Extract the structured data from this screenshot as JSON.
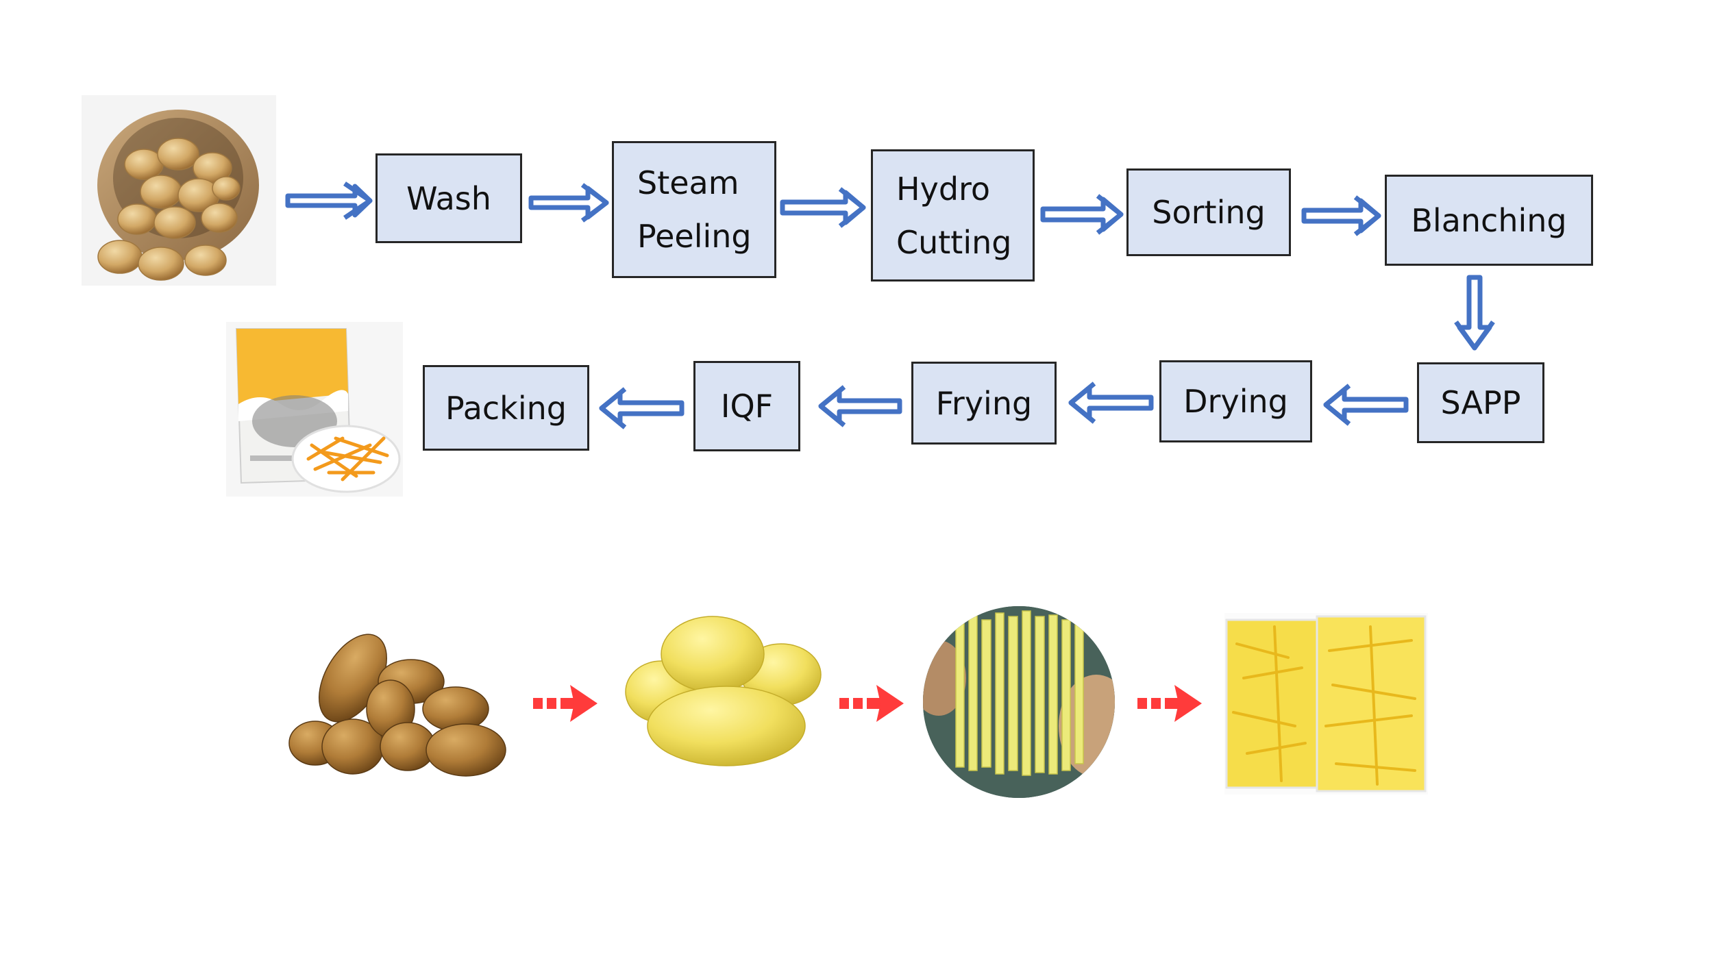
{
  "colors": {
    "box_fill": "#dae3f3",
    "box_border": "#262626",
    "flow_arrow": "#4472c4",
    "photo_arrow": "#ff3b3b"
  },
  "steps": {
    "wash": {
      "line1": "Wash"
    },
    "steam_peeling": {
      "line1": "Steam",
      "line2": "Peeling"
    },
    "hydro_cutting": {
      "line1": "Hydro",
      "line2": "Cutting"
    },
    "sorting": {
      "line1": "Sorting"
    },
    "blanching": {
      "line1": "Blanching"
    },
    "sapp": {
      "line1": "SAPP"
    },
    "drying": {
      "line1": "Drying"
    },
    "frying": {
      "line1": "Frying"
    },
    "iqf": {
      "line1": "IQF"
    },
    "packing": {
      "line1": "Packing"
    }
  },
  "images": {
    "basket": "basket-of-potatoes",
    "package": "french-fries-package",
    "raw": "raw-potatoes",
    "peeled": "peeled-potatoes",
    "cut": "cut-potato-strips",
    "bagged": "bagged-fries"
  }
}
